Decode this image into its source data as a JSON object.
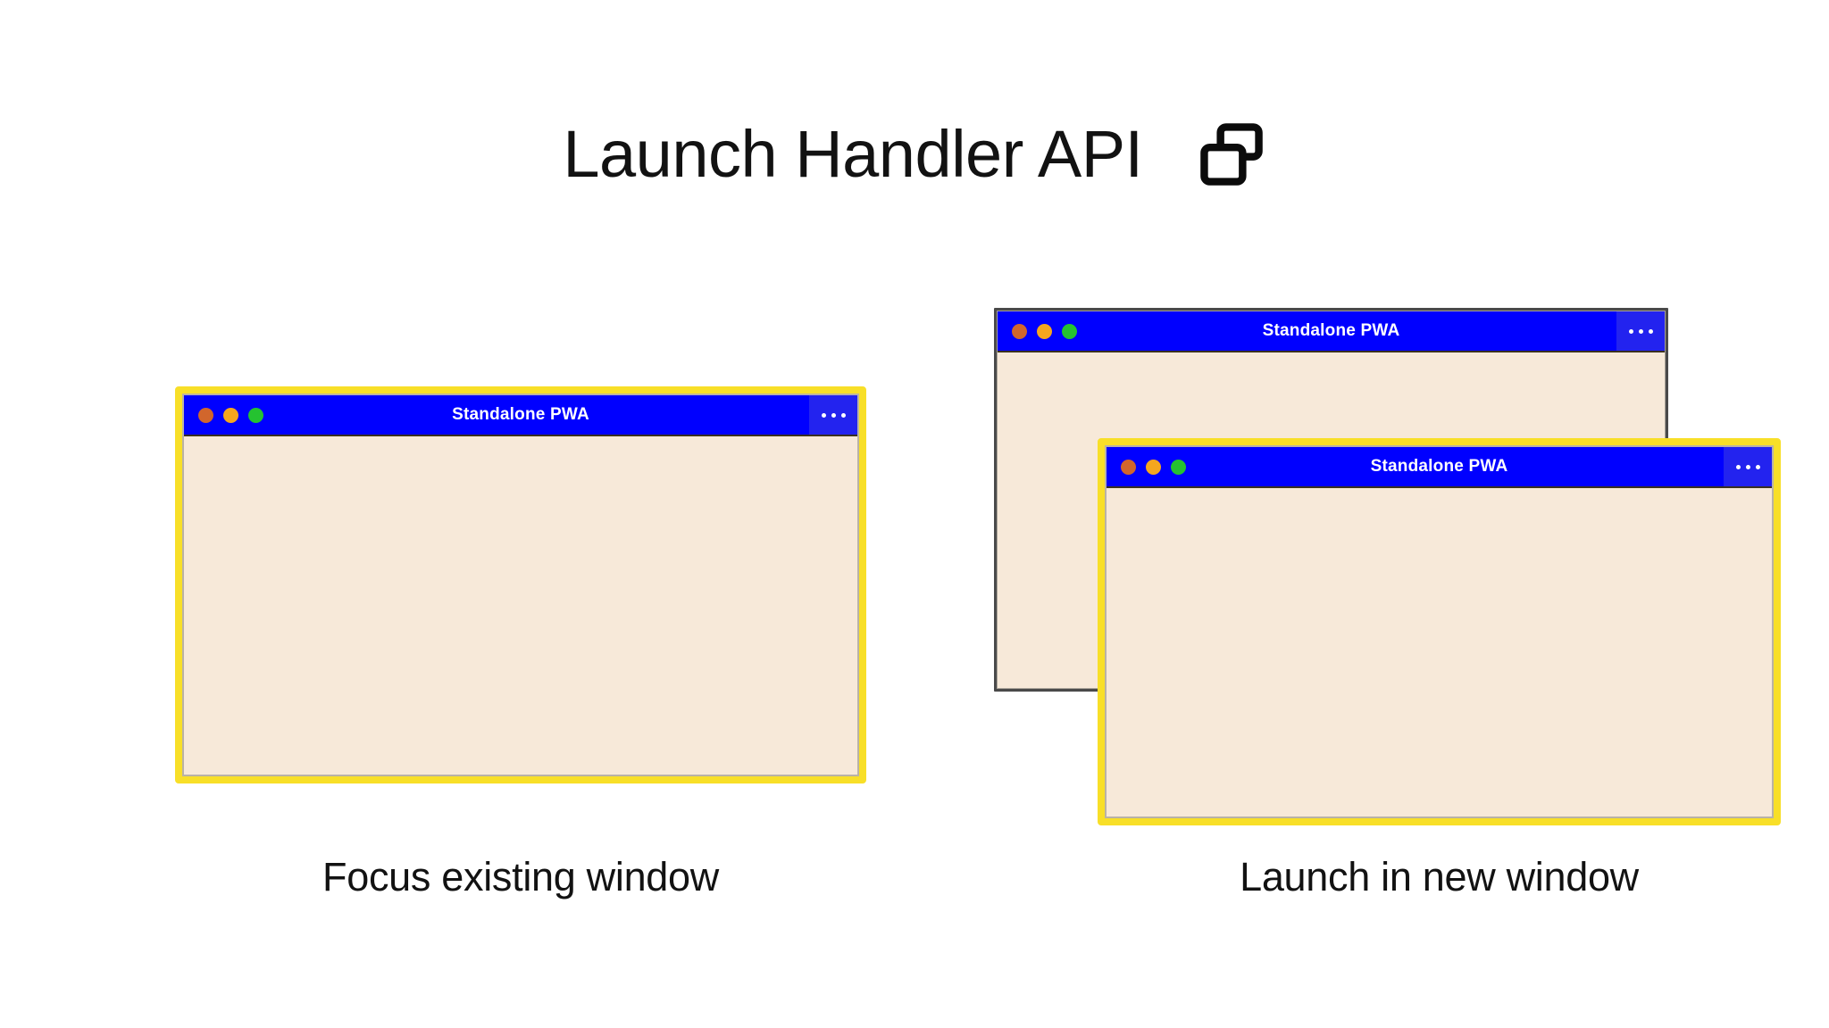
{
  "header": {
    "title": "Launch Handler API",
    "icon": "multi-window-icon"
  },
  "colors": {
    "background": "#ffffff",
    "titlebar_blue": "#0000ff",
    "menu_blue": "#2323ef",
    "window_body_cream": "#f7e9d9",
    "highlight_yellow": "#f8df28",
    "plain_border_grey": "#4a4a4a",
    "text_dark": "#121212",
    "dot_close": "#d1662c",
    "dot_minimize": "#f5a61e",
    "dot_zoom": "#25c230"
  },
  "scenarios": [
    {
      "id": "focus-existing",
      "caption": "Focus existing window",
      "windows": [
        {
          "id": "window-left",
          "title": "Standalone PWA",
          "highlighted": true,
          "menu_label": "•••",
          "traffic_lights": [
            "close",
            "minimize",
            "zoom"
          ]
        }
      ]
    },
    {
      "id": "launch-new",
      "caption": "Launch in new window",
      "windows": [
        {
          "id": "window-right-back",
          "title": "Standalone PWA",
          "highlighted": false,
          "menu_label": "•••",
          "traffic_lights": [
            "close",
            "minimize",
            "zoom"
          ]
        },
        {
          "id": "window-right-front",
          "title": "Standalone PWA",
          "highlighted": true,
          "menu_label": "•••",
          "traffic_lights": [
            "close",
            "minimize",
            "zoom"
          ]
        }
      ]
    }
  ]
}
